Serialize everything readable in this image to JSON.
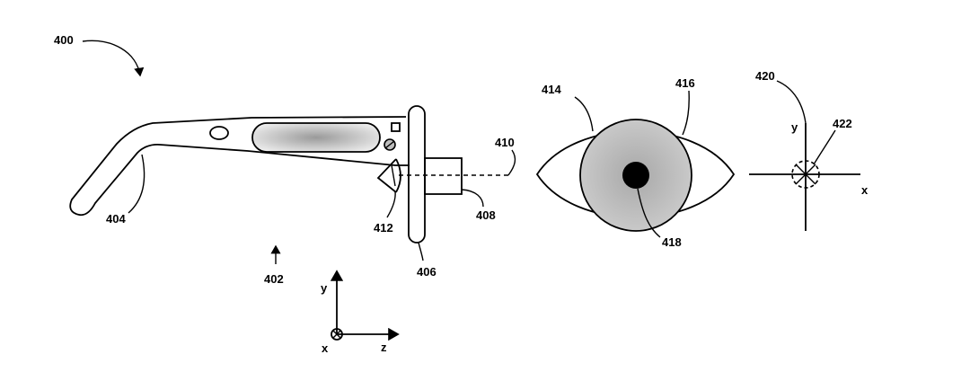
{
  "figure": {
    "labels": {
      "device": "400",
      "frame_arm": "404",
      "view_arrow": "402",
      "side_frame": "406",
      "camera": "408",
      "optical_axis": "410",
      "eye_sensor": "412",
      "eye": "414",
      "iris": "416",
      "pupil": "418",
      "pupil_axes": "420",
      "pupil_center": "422"
    },
    "axes_main": {
      "y_label": "y",
      "x_label": "x",
      "z_label": "z"
    },
    "axes_pupil": {
      "y_label": "y",
      "x_label": "x"
    }
  },
  "colors": {
    "line": "#000000",
    "shading": "#cfcfcf",
    "pupil": "#000000",
    "background": "#ffffff"
  }
}
